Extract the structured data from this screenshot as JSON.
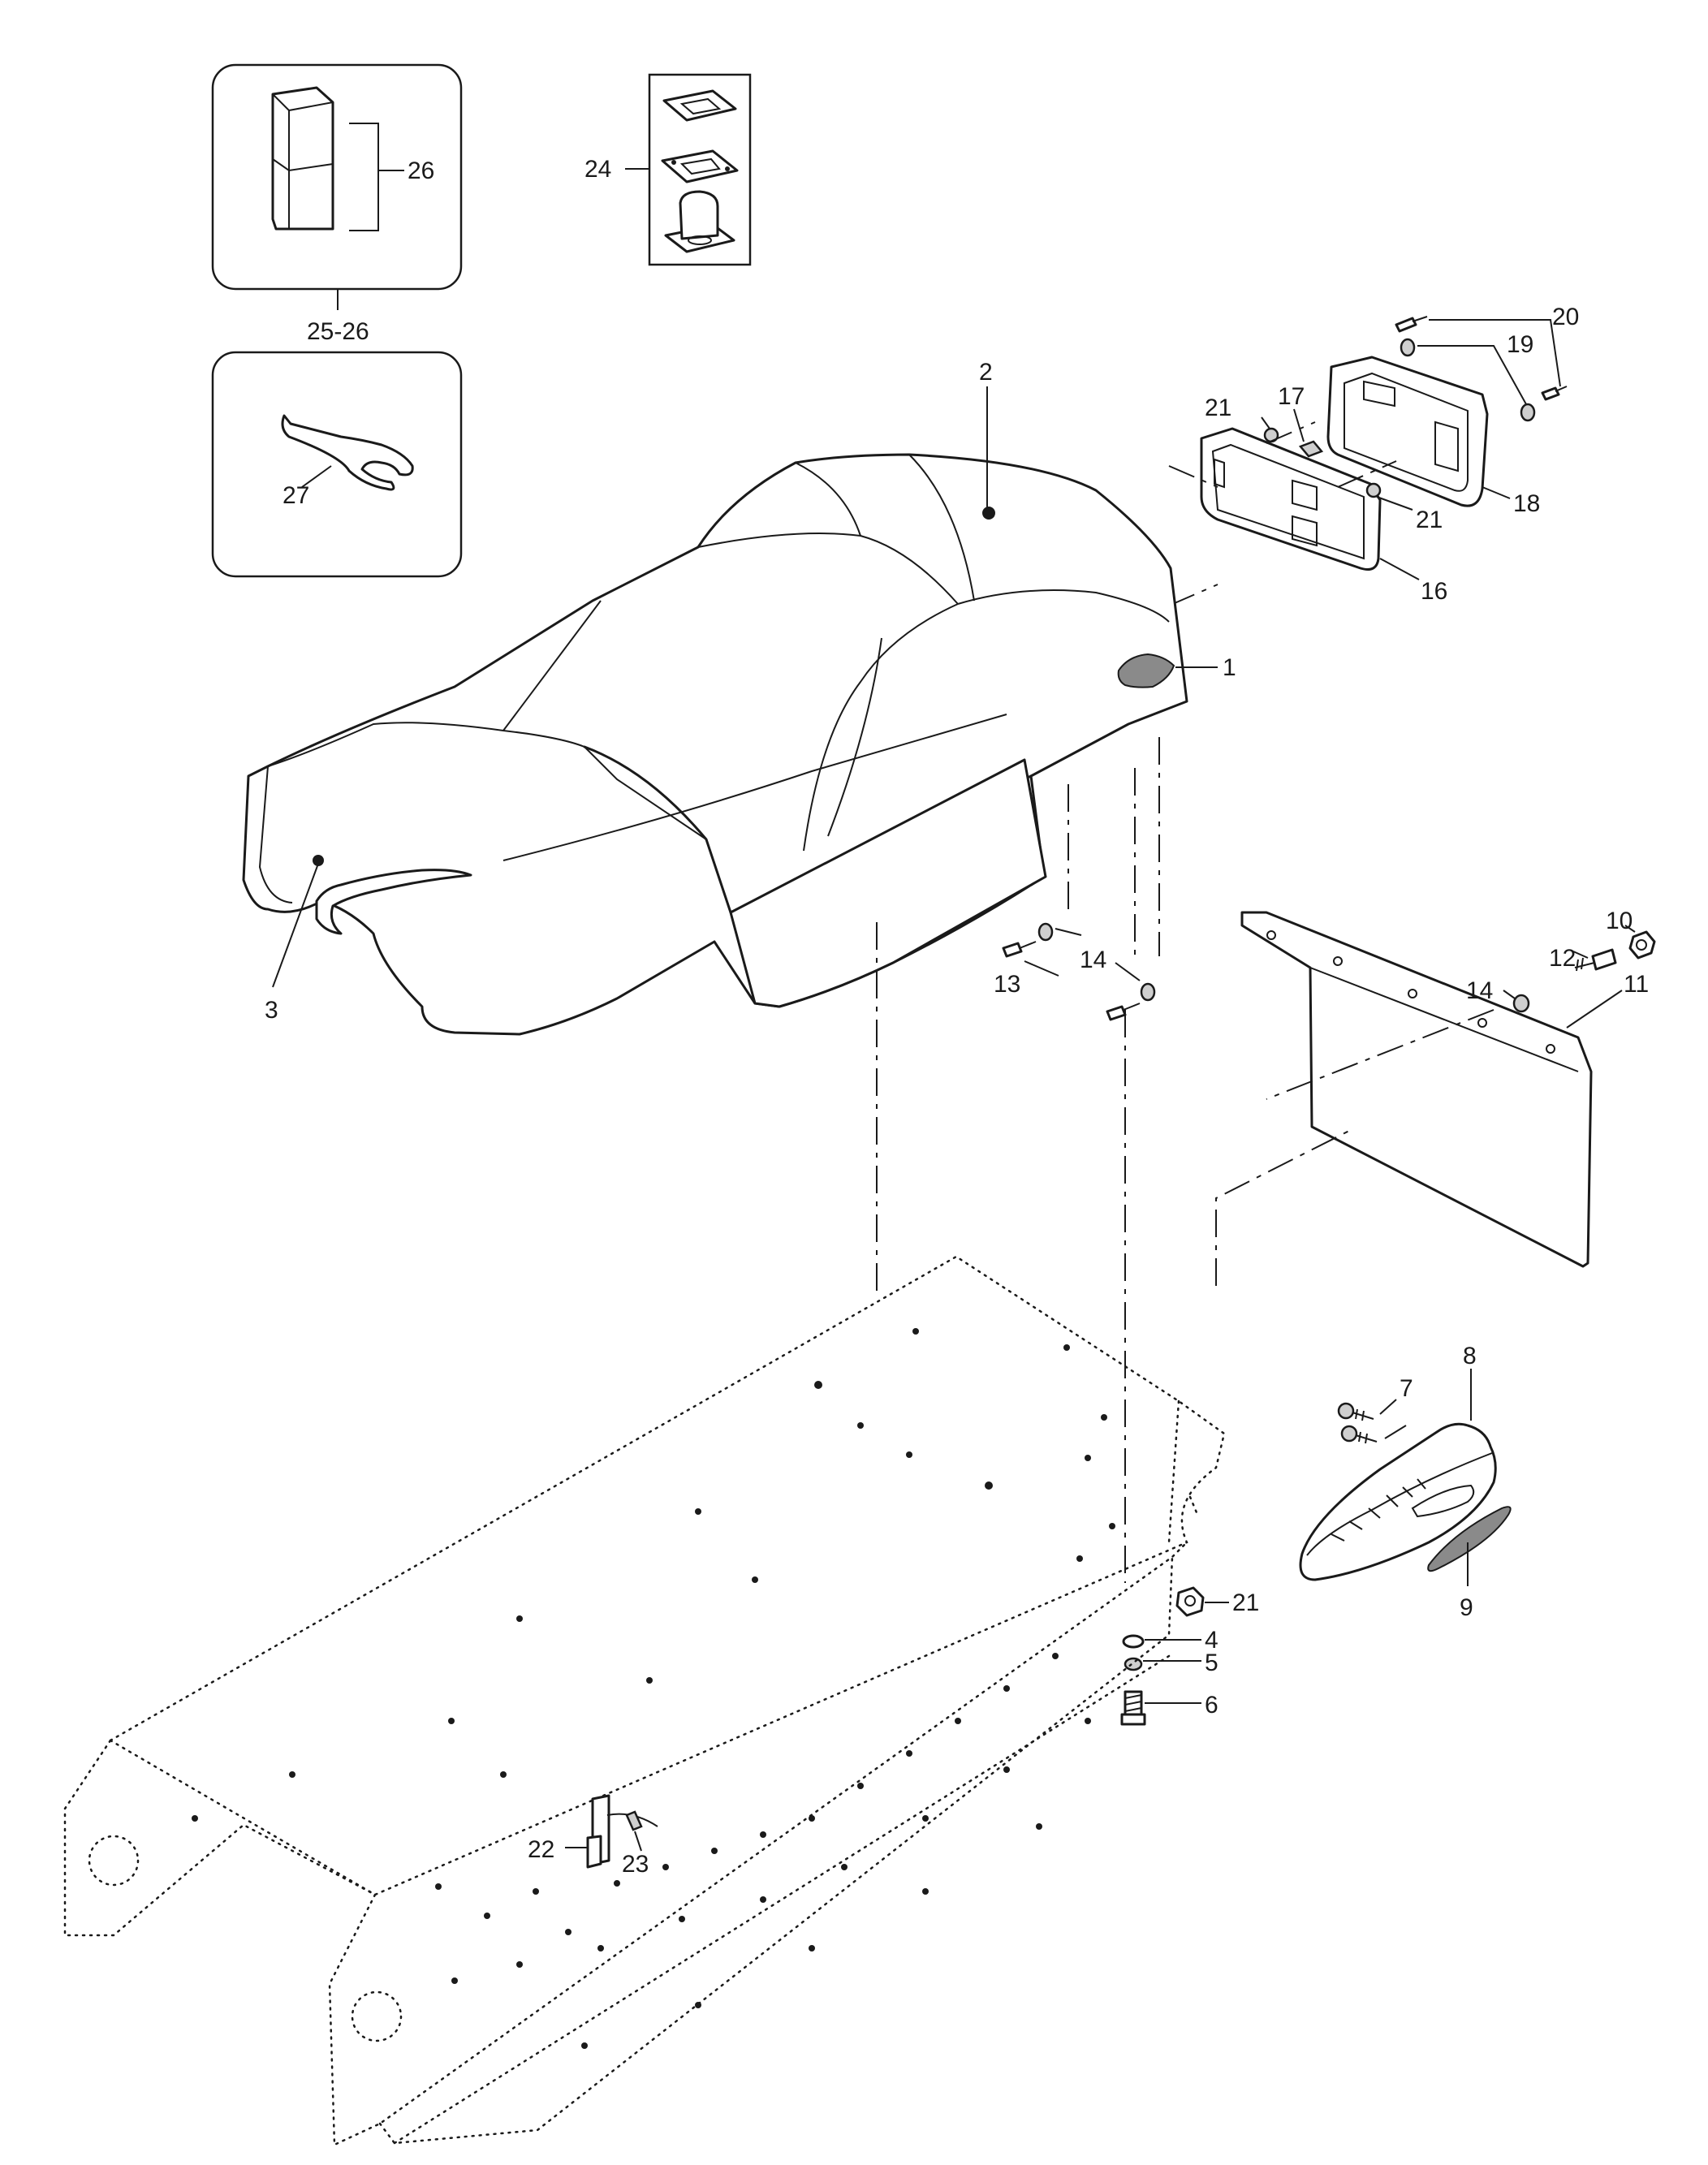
{
  "callouts": [
    {
      "id": "1",
      "text": "1"
    },
    {
      "id": "2",
      "text": "2"
    },
    {
      "id": "3",
      "text": "3"
    },
    {
      "id": "4",
      "text": "4"
    },
    {
      "id": "5",
      "text": "5"
    },
    {
      "id": "6",
      "text": "6"
    },
    {
      "id": "7",
      "text": "7"
    },
    {
      "id": "8",
      "text": "8"
    },
    {
      "id": "9",
      "text": "9"
    },
    {
      "id": "10",
      "text": "10"
    },
    {
      "id": "11",
      "text": "11"
    },
    {
      "id": "12",
      "text": "12"
    },
    {
      "id": "13",
      "text": "13"
    },
    {
      "id": "14a",
      "text": "14"
    },
    {
      "id": "14b",
      "text": "14"
    },
    {
      "id": "16",
      "text": "16"
    },
    {
      "id": "17",
      "text": "17"
    },
    {
      "id": "18",
      "text": "18"
    },
    {
      "id": "19",
      "text": "19"
    },
    {
      "id": "20",
      "text": "20"
    },
    {
      "id": "21a",
      "text": "21"
    },
    {
      "id": "21b",
      "text": "21"
    },
    {
      "id": "21c",
      "text": "21"
    },
    {
      "id": "22",
      "text": "22"
    },
    {
      "id": "23",
      "text": "23"
    },
    {
      "id": "24",
      "text": "24"
    },
    {
      "id": "26",
      "text": "26"
    },
    {
      "id": "2526",
      "text": "25-26"
    },
    {
      "id": "27",
      "text": "27"
    }
  ]
}
